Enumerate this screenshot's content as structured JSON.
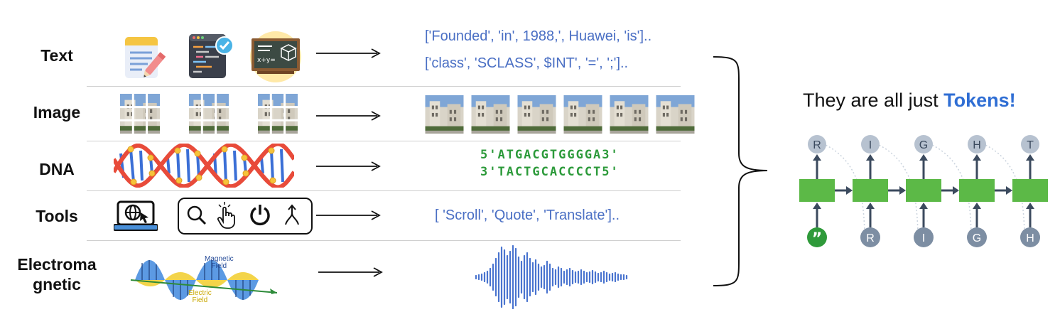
{
  "rows": [
    {
      "label": "Text",
      "tokens": [
        "['Founded', 'in', 1988,', Huawei, 'is']..",
        "['class', 'SCLASS', $INT', '=', ';'].."
      ]
    },
    {
      "label": "Image"
    },
    {
      "label": "DNA",
      "tokens": [
        "5'ATGACGTGGGGA3'",
        "3'TACTGCACCCCT5'"
      ]
    },
    {
      "label": "Tools",
      "tokens": [
        "[ 'Scroll', 'Quote', 'Translate'].."
      ]
    },
    {
      "label_lines": [
        "Electroma",
        "gnetic"
      ]
    }
  ],
  "wave_labels": {
    "magnetic": [
      "Magnetic",
      "Field"
    ],
    "electric": [
      "Electric",
      "Field"
    ]
  },
  "right_panel": {
    "title_prefix": "They are all just ",
    "title_highlight": "Tokens!",
    "outputs": [
      "R",
      "I",
      "G",
      "H",
      "T"
    ],
    "inputs": [
      "R",
      "I",
      "G",
      "H"
    ]
  },
  "colors": {
    "token_blue": "#4a6fc4",
    "dna_green": "#2c9a3a",
    "cell_green": "#5cb947",
    "node_gray": "#b7c2d0",
    "node_dark": "#7d8ea3",
    "highlight_blue": "#2f6ed4"
  }
}
